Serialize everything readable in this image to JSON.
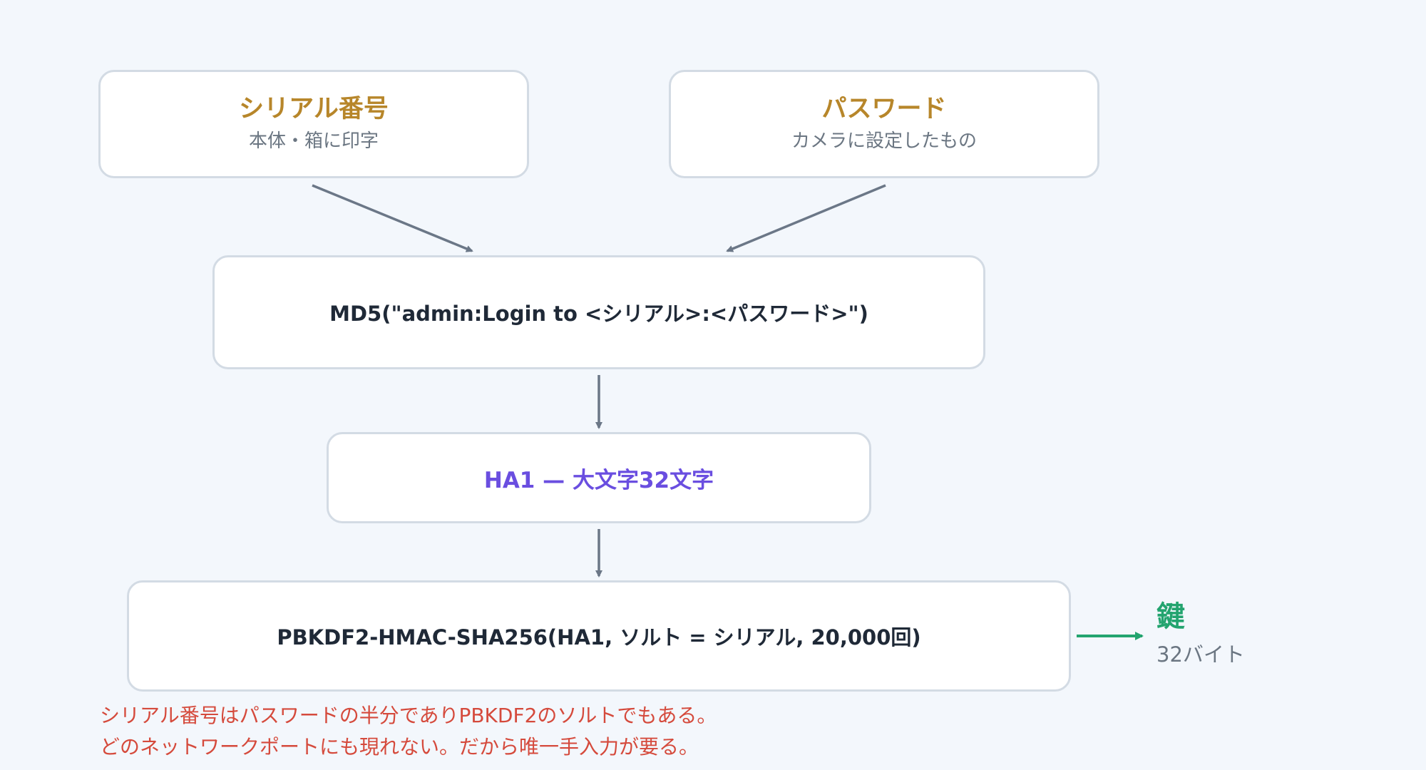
{
  "inputs": {
    "serial": {
      "title": "シリアル番号",
      "subtitle": "本体・箱に印字"
    },
    "password": {
      "title": "パスワード",
      "subtitle": "カメラに設定したもの"
    }
  },
  "steps": {
    "md5": "MD5(\"admin:Login to <シリアル>:<パスワード>\")",
    "ha1": "HA1 — 大文字32文字",
    "pbkdf2": "PBKDF2-HMAC-SHA256(HA1, ソルト = シリアル, 20,000回)"
  },
  "output": {
    "title": "鍵",
    "subtitle": "32バイト"
  },
  "note": [
    "シリアル番号はパスワードの半分でありPBKDF2のソルトでもある。",
    "どのネットワークポートにも現れない。だから唯一手入力が要る。"
  ],
  "colors": {
    "background": "#f3f7fc",
    "box_border": "#d3dbe4",
    "input_title": "#b7862a",
    "ha1_text": "#6a4ee0",
    "key_accent": "#23a46f",
    "note_text": "#d54a3c",
    "arrow": "#6b7787"
  }
}
